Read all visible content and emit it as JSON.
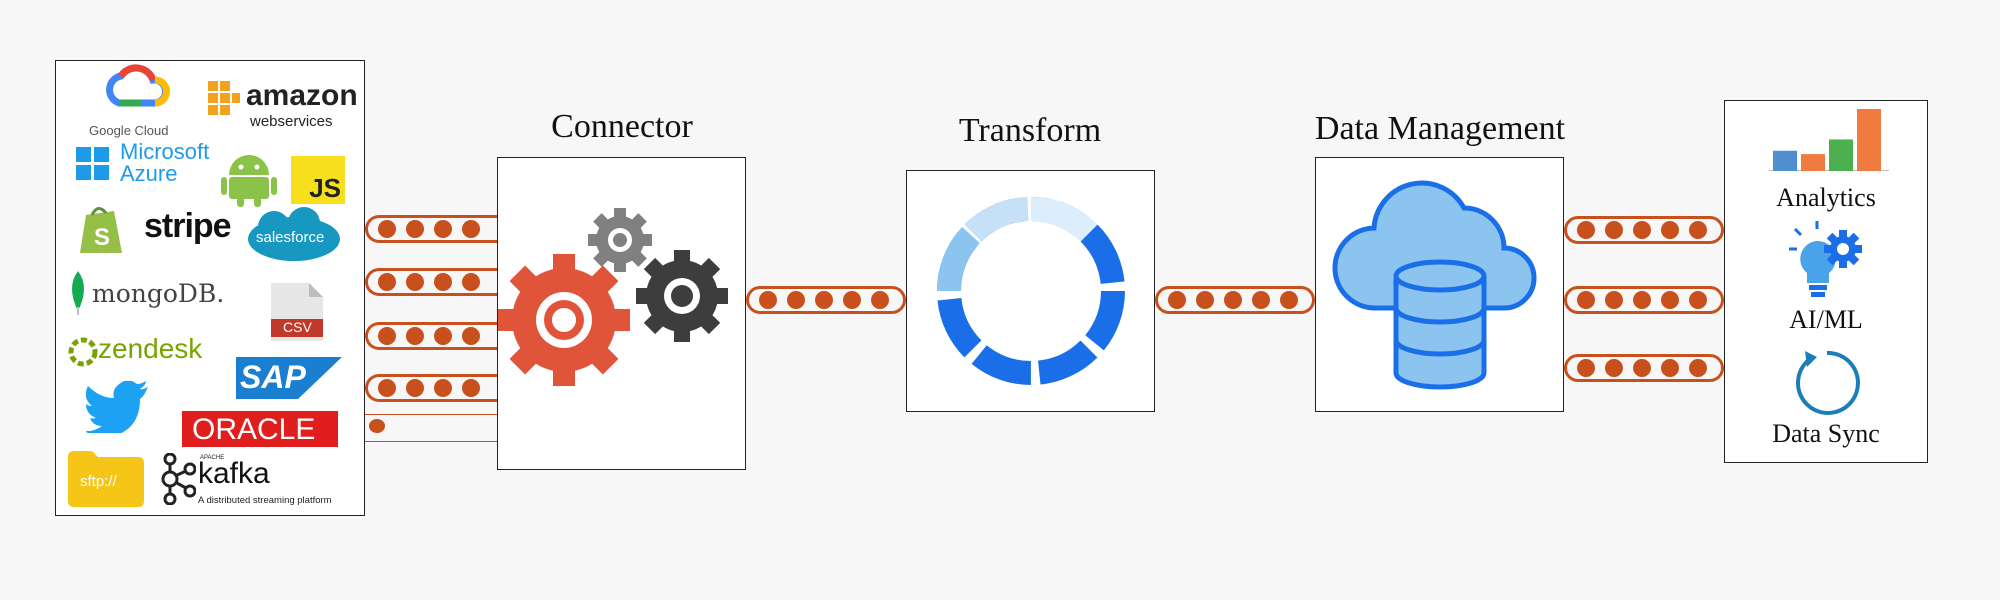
{
  "sources": {
    "google_cloud": "Google Cloud",
    "amazon_top": "amazon",
    "amazon_bottom": "webservices",
    "ms_top": "Microsoft",
    "ms_bottom": "Azure",
    "js": "JS",
    "stripe": "stripe",
    "salesforce": "salesforce",
    "mongodb": "mongoDB.",
    "csv": "CSV",
    "zendesk": "zendesk",
    "sap": "SAP",
    "oracle": "ORACLE",
    "sftp": "sftp://",
    "kafka_apache": "APACHE",
    "kafka": "kafka",
    "kafka_tag": "A distributed streaming platform"
  },
  "stages": {
    "connector": "Connector",
    "transform": "Transform",
    "data_management": "Data Management"
  },
  "outputs": {
    "analytics": "Analytics",
    "aiml": "AI/ML",
    "data_sync": "Data Sync"
  },
  "colors": {
    "pipe": "#c8501c",
    "gear_orange": "#e0553a",
    "gear_dark": "#3d3d3d",
    "gear_gray": "#808080",
    "blue": "#1a6fe8",
    "light_blue": "#8cc4f0"
  },
  "chart_data": {
    "type": "bar",
    "categories": [
      "",
      "",
      "",
      ""
    ],
    "values": [
      18,
      15,
      28,
      55
    ],
    "colors": [
      "#4f8fd0",
      "#f07a40",
      "#4caf50",
      "#f07a40"
    ]
  }
}
